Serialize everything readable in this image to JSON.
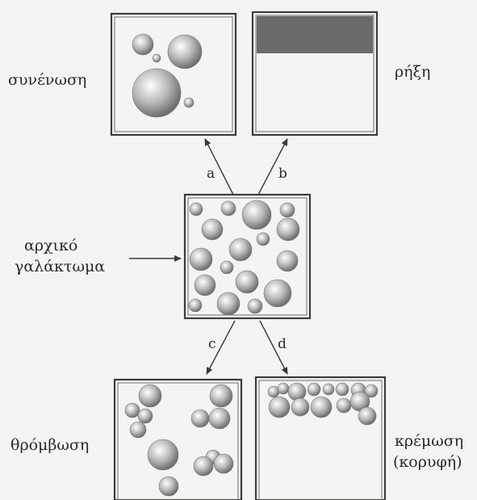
{
  "labels": {
    "coalescence": "συνένωση",
    "rupture": "ρήξη",
    "initial_line1": "αρχικό",
    "initial_line2": "γαλάκτωμα",
    "flocculation": "θρόμβωση",
    "creaming_line1": "κρέμωση",
    "creaming_line2": "(κορυφή)"
  },
  "arrows": {
    "a": "a",
    "b": "b",
    "c": "c",
    "d": "d"
  },
  "colors": {
    "frame": "#3c3c3c",
    "droplet_light": "#ffffff",
    "droplet_mid": "#b8b8b8",
    "droplet_dark": "#6e6e6e",
    "separated_layer": "#6b6b6b",
    "background": "#f4f4f2"
  }
}
